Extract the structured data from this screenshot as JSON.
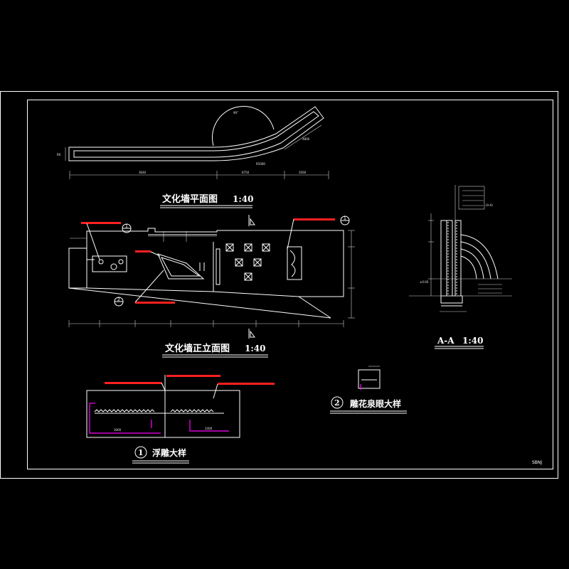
{
  "sheet_no": "SBNJ",
  "titles": {
    "plan": "文化墙平面图",
    "plan_scale": "1:40",
    "elevation": "文化墙正立面图",
    "elevation_scale": "1:40",
    "section": "A-A",
    "section_scale": "1:40",
    "detail1_num": "1",
    "detail1": "浮雕大样",
    "detail2_num": "2",
    "detail2": "雕花泉眼大样"
  },
  "section_markers": {
    "left": "1",
    "right": "1",
    "bottom": "2"
  },
  "colors": {
    "line": "#ffffff",
    "note": "#ff2020",
    "accent": "#ff00ff",
    "background": "#000000"
  }
}
